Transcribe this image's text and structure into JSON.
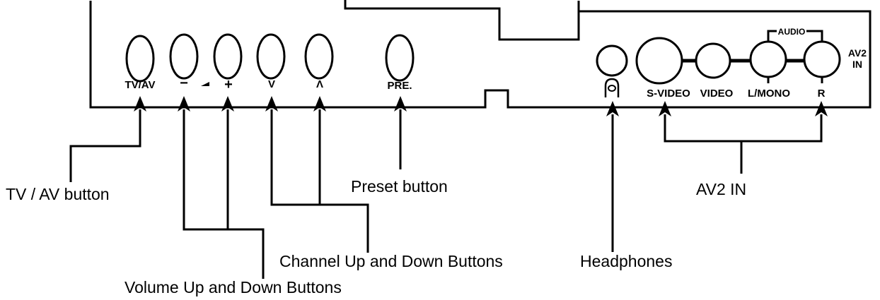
{
  "panel": {
    "labels": {
      "tv_av": "TV/AV",
      "vol_minus": "−",
      "vol_plus": "+",
      "ch_down": "V",
      "ch_up": "Λ",
      "preset": "PRE.",
      "s_video": "S-VIDEO",
      "video": "VIDEO",
      "l_mono": "L/MONO",
      "r": "R",
      "audio": "AUDIO",
      "av2_line1": "AV2",
      "av2_line2": "IN"
    }
  },
  "callouts": {
    "tv_av_button": "TV / AV button",
    "volume_buttons": "Volume Up and Down Buttons",
    "channel_buttons": "Channel Up and Down Buttons",
    "preset_button": "Preset button",
    "headphones": "Headphones",
    "av2_in": "AV2 IN"
  },
  "icons": {
    "volume": "volume-ramp-icon",
    "headphones": "headphones-icon"
  }
}
